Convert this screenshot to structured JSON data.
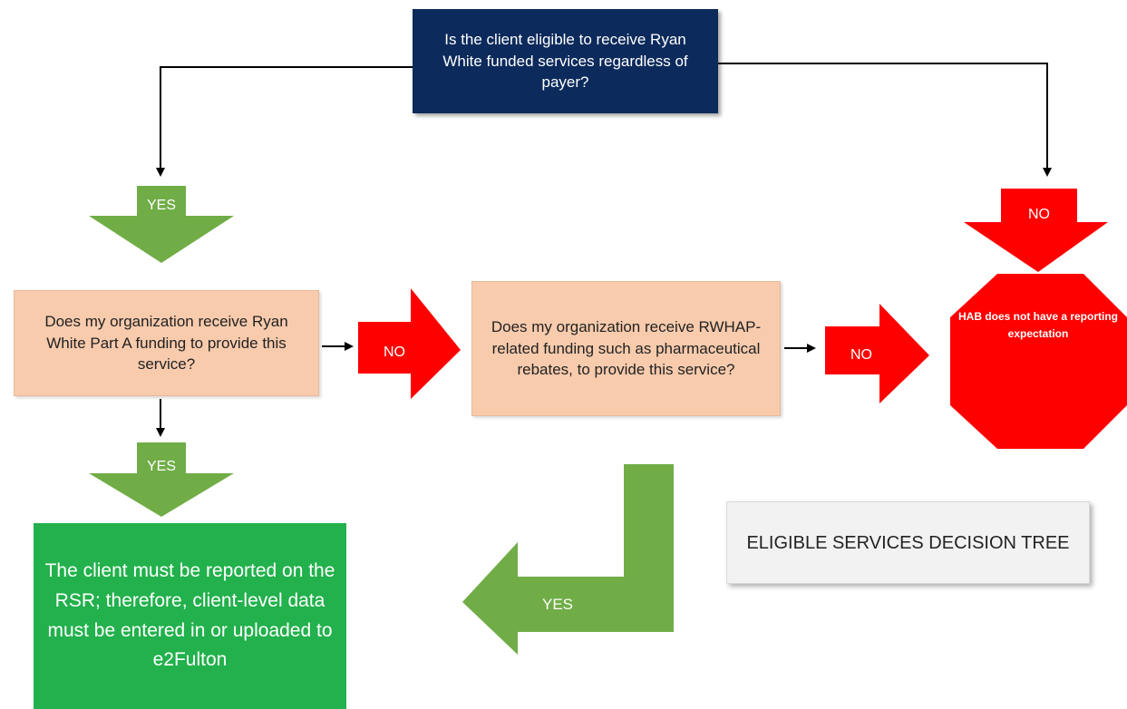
{
  "questions": {
    "main": "Is the client eligible to receive Ryan White funded services regardless of payer?",
    "part_a": "Does my organization receive Ryan White Part A funding to provide this service?",
    "rwhap": "Does my organization receive RWHAP-related funding such as pharmaceutical rebates, to provide this service?"
  },
  "labels": {
    "yes_top": "YES",
    "no_top": "NO",
    "no_middle": "NO",
    "no_right": "NO",
    "yes_bottom": "YES",
    "yes_return": "YES"
  },
  "stop_text": "HAB does not have a reporting expectation",
  "result_text": "The client must be reported on the RSR; therefore, client-level data must be entered in or uploaded to e2Fulton",
  "title": "ELIGIBLE SERVICES DECISION TREE",
  "colors": {
    "navy": "#0c2a5b",
    "peach": "#f8cbad",
    "green_arrow": "#70ad47",
    "green_box": "#22b14c",
    "red": "#ff0000"
  }
}
